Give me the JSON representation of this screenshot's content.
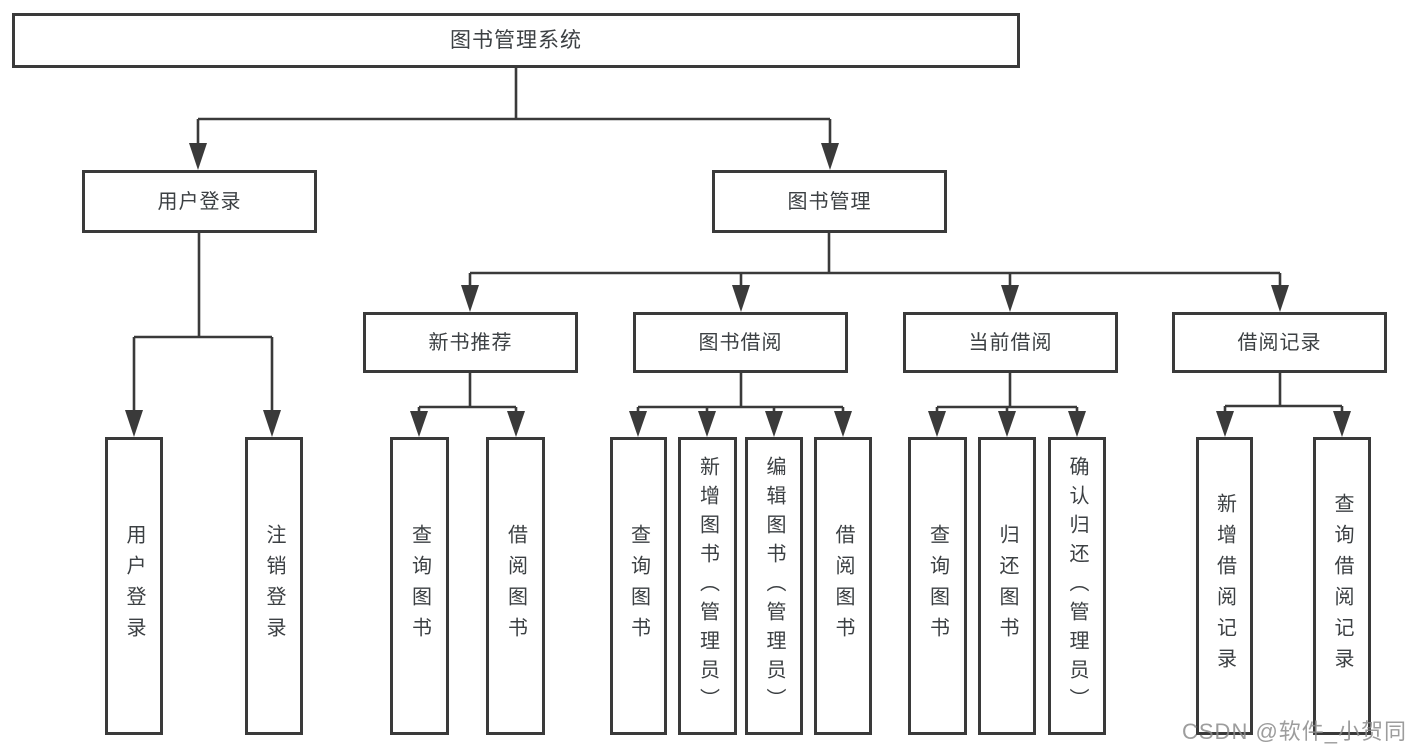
{
  "diagram": {
    "type": "tree-structure-diagram",
    "colors": {
      "line": "#3a3a3a",
      "box_border": "#3a3a3a",
      "text": "#3c4043",
      "background": "#ffffff",
      "watermark": "#8c8c8c"
    },
    "watermark": "CSDN @软件_小贺同学",
    "nodes": {
      "root": {
        "label": "图书管理系统"
      },
      "user_login": {
        "label": "用户登录"
      },
      "book_mgmt": {
        "label": "图书管理"
      },
      "user_login_leaf": {
        "label": "用户登录"
      },
      "logout_leaf": {
        "label": "注销登录"
      },
      "new_book_rec": {
        "label": "新书推荐"
      },
      "book_borrow": {
        "label": "图书借阅"
      },
      "current_borrow": {
        "label": "当前借阅"
      },
      "borrow_record": {
        "label": "借阅记录"
      },
      "rec_query_book": {
        "label": "查询图书"
      },
      "rec_borrow_book": {
        "label": "借阅图书"
      },
      "bb_query_book": {
        "label": "查询图书"
      },
      "bb_add_book": {
        "label": "新增图书（管理员）"
      },
      "bb_edit_book": {
        "label": "编辑图书（管理员）"
      },
      "bb_borrow_book": {
        "label": "借阅图书"
      },
      "cb_query_book": {
        "label": "查询图书"
      },
      "cb_return_book": {
        "label": "归还图书"
      },
      "cb_confirm_return": {
        "label": "确认归还（管理员）"
      },
      "br_add_record": {
        "label": "新增借阅记录"
      },
      "br_query_record": {
        "label": "查询借阅记录"
      }
    },
    "edges": [
      {
        "from": "root",
        "to": "user_login"
      },
      {
        "from": "root",
        "to": "book_mgmt"
      },
      {
        "from": "user_login",
        "to": "user_login_leaf"
      },
      {
        "from": "user_login",
        "to": "logout_leaf"
      },
      {
        "from": "book_mgmt",
        "to": "new_book_rec"
      },
      {
        "from": "book_mgmt",
        "to": "book_borrow"
      },
      {
        "from": "book_mgmt",
        "to": "current_borrow"
      },
      {
        "from": "book_mgmt",
        "to": "borrow_record"
      },
      {
        "from": "new_book_rec",
        "to": "rec_query_book"
      },
      {
        "from": "new_book_rec",
        "to": "rec_borrow_book"
      },
      {
        "from": "book_borrow",
        "to": "bb_query_book"
      },
      {
        "from": "book_borrow",
        "to": "bb_add_book"
      },
      {
        "from": "book_borrow",
        "to": "bb_edit_book"
      },
      {
        "from": "book_borrow",
        "to": "bb_borrow_book"
      },
      {
        "from": "current_borrow",
        "to": "cb_query_book"
      },
      {
        "from": "current_borrow",
        "to": "cb_return_book"
      },
      {
        "from": "current_borrow",
        "to": "cb_confirm_return"
      },
      {
        "from": "borrow_record",
        "to": "br_add_record"
      },
      {
        "from": "borrow_record",
        "to": "br_query_record"
      }
    ]
  }
}
